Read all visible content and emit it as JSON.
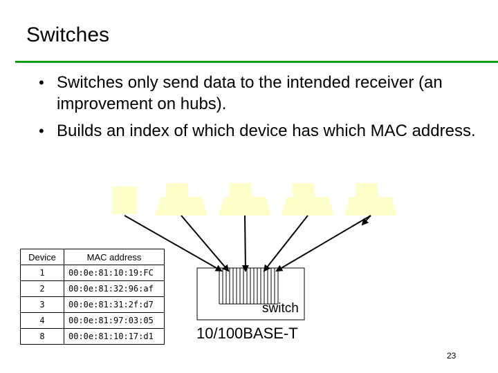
{
  "slide": {
    "title": "Switches",
    "bullets": [
      "Switches only send data to the intended receiver (an improvement on hubs).",
      "Builds an index of which device has which MAC address."
    ],
    "page_number": "23"
  },
  "table": {
    "headers": [
      "Device",
      "MAC address"
    ],
    "rows": [
      {
        "device": "1",
        "mac": "00:0e:81:10:19:FC"
      },
      {
        "device": "2",
        "mac": "00:0e:81:32:96:af"
      },
      {
        "device": "3",
        "mac": "00:0e:81:31:2f:d7"
      },
      {
        "device": "4",
        "mac": "00:0e:81:97:03:05"
      },
      {
        "device": "8",
        "mac": "00:0e:81:10:17:d1"
      }
    ]
  },
  "diagram": {
    "switch_label": "switch",
    "cable_label": "10/100BASE-T",
    "device_count": 5
  },
  "colors": {
    "accent_rule": "#0a9a0a",
    "device_fill": "#ffffcc"
  }
}
